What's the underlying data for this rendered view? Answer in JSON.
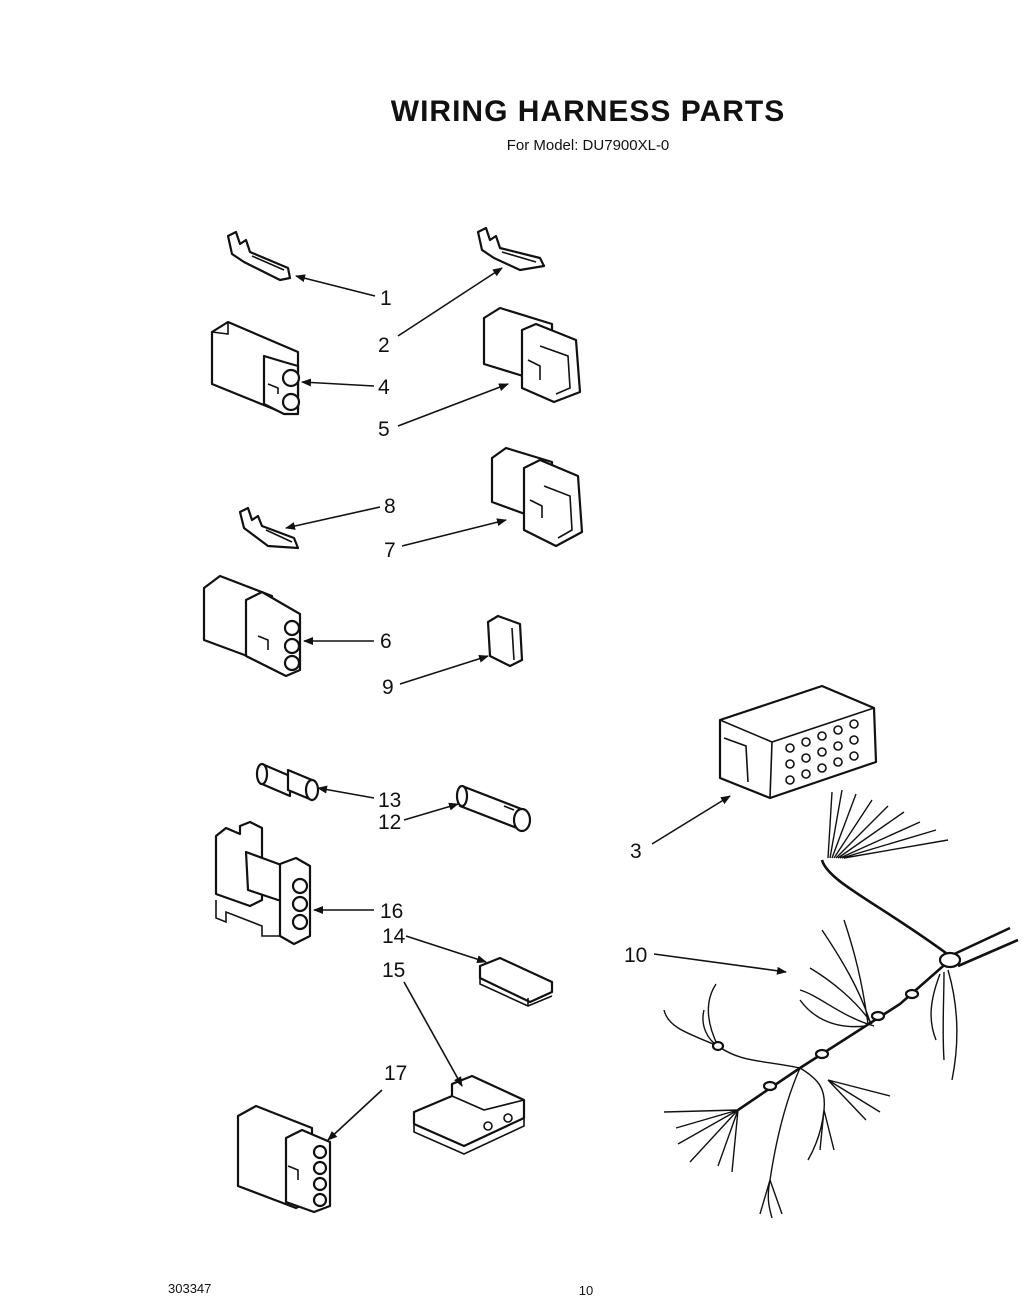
{
  "header": {
    "title": "WIRING HARNESS PARTS",
    "model_line": "For Model: DU7900XL-0"
  },
  "callouts": {
    "c1": "1",
    "c2": "2",
    "c3": "3",
    "c4": "4",
    "c5": "5",
    "c6": "6",
    "c7": "7",
    "c8": "8",
    "c9": "9",
    "c10": "10",
    "c12": "12",
    "c13": "13",
    "c14": "14",
    "c15": "15",
    "c16": "16",
    "c17": "17"
  },
  "footer": {
    "doc_number": "303347",
    "page_number": "10"
  }
}
